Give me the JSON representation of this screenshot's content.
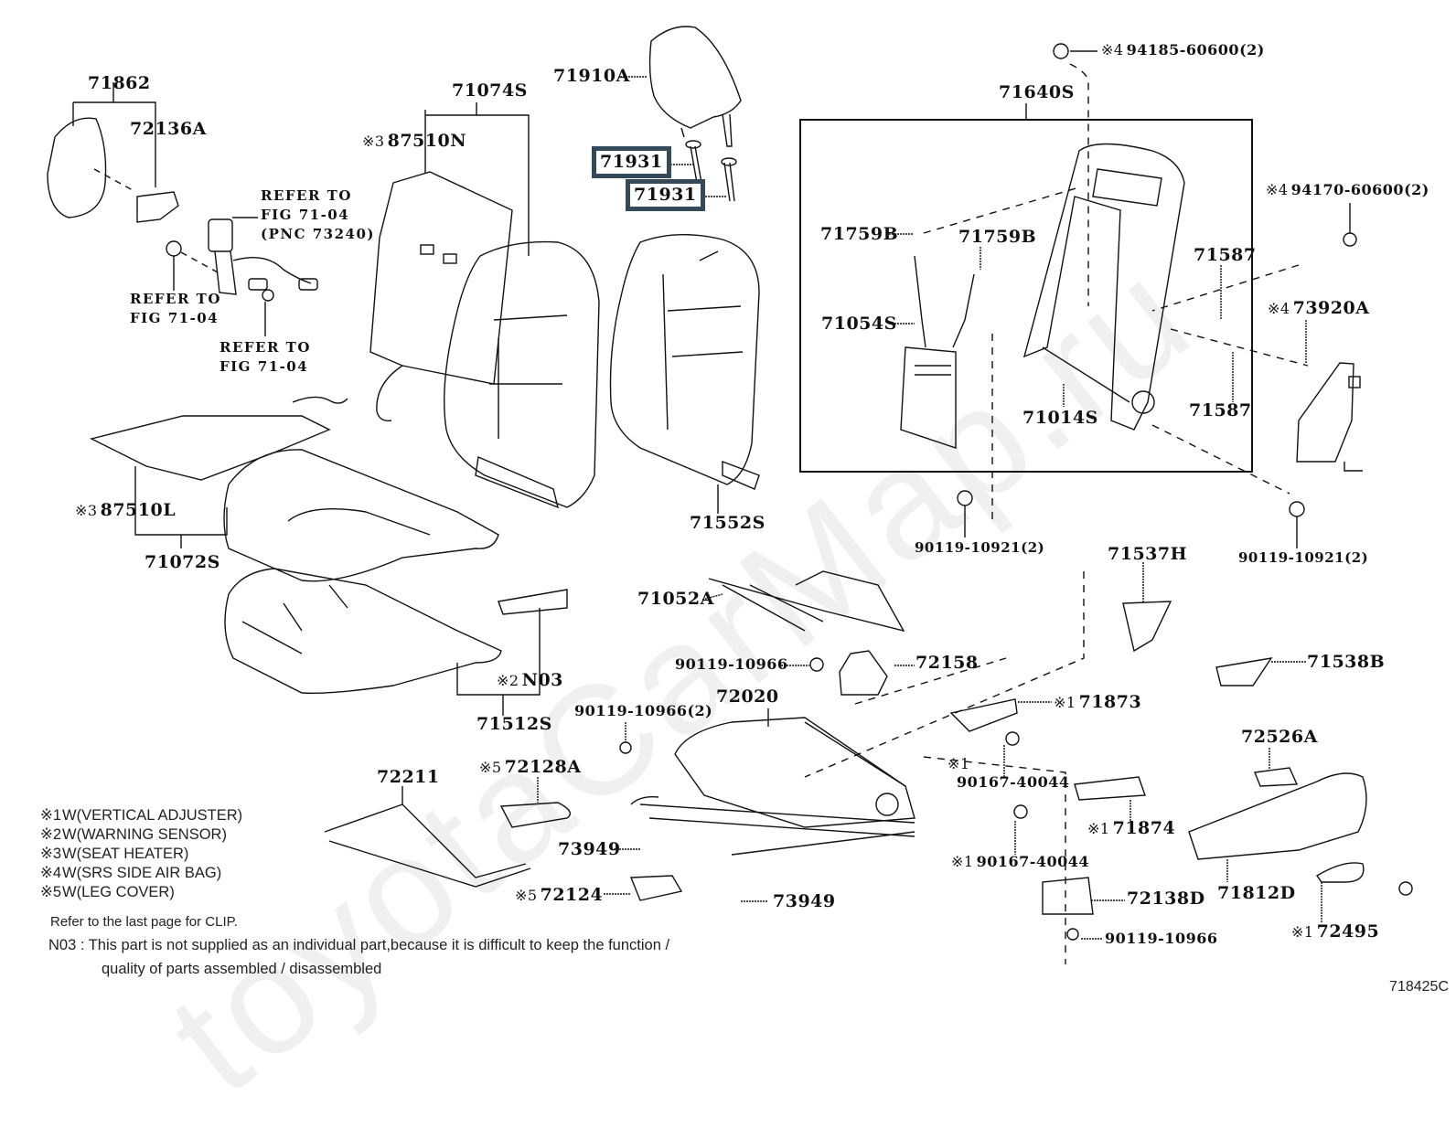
{
  "watermark": "toyotaCarMap.ru",
  "figure_id": "718425C",
  "labels": {
    "p71862": "71862",
    "p72136A": "72136A",
    "p71074S": "71074S",
    "p87510N": "87510N",
    "p71910A": "71910A",
    "p71931a": "71931",
    "p71931b": "71931",
    "p71640S": "71640S",
    "p94185": "94185-60600(2)",
    "p94170": "94170-60600(2)",
    "p71759Ba": "71759B",
    "p71759Bb": "71759B",
    "p71587a": "71587",
    "p71587b": "71587",
    "p71054S": "71054S",
    "p71014S": "71014S",
    "p73920A": "73920A",
    "p87510L": "87510L",
    "p71072S": "71072S",
    "p71552S": "71552S",
    "p90119_10921a": "90119-10921(2)",
    "p90119_10921b": "90119-10921(2)",
    "p71537H": "71537H",
    "p71052A": "71052A",
    "pN03": "N03",
    "p71512S": "71512S",
    "p90119_10966a": "90119-10966",
    "p72158": "72158",
    "p72020": "72020",
    "p90119_10966b": "90119-10966(2)",
    "p71873": "71873",
    "p71538B": "71538B",
    "p90167a": "90167-40044",
    "p90167b": "90167-40044",
    "p72526A": "72526A",
    "p72211": "72211",
    "p72128A": "72128A",
    "p71874": "71874",
    "p71812D": "71812D",
    "p73949a": "73949",
    "p73949b": "73949",
    "p72124": "72124",
    "p72138D": "72138D",
    "p90119_10966c": "90119-10966",
    "p72495": "72495"
  },
  "marks": {
    "m1": "※1",
    "m2": "※2",
    "m3": "※3",
    "m4": "※4",
    "m5": "※5"
  },
  "refs": {
    "belt": "REFER TO\nFIG 71-04\n(PNC 73240)",
    "anchor": "REFER TO\nFIG 71-04",
    "clip": "REFER TO\nFIG 71-04"
  },
  "legend": [
    {
      "key": "※1",
      "text": "W(VERTICAL ADJUSTER)"
    },
    {
      "key": "※2",
      "text": "W(WARNING SENSOR)"
    },
    {
      "key": "※3",
      "text": "W(SEAT HEATER)"
    },
    {
      "key": "※4",
      "text": "W(SRS SIDE AIR BAG)"
    },
    {
      "key": "※5",
      "text": "W(LEG COVER)"
    }
  ],
  "notes": {
    "clip": "Refer to the last page for CLIP.",
    "n03_line1": "N03 : This part is not supplied as an individual part,because it is difficult to keep the function /",
    "n03_line2": "quality of parts assembled / disassembled"
  },
  "highlight_color": "#34495a"
}
